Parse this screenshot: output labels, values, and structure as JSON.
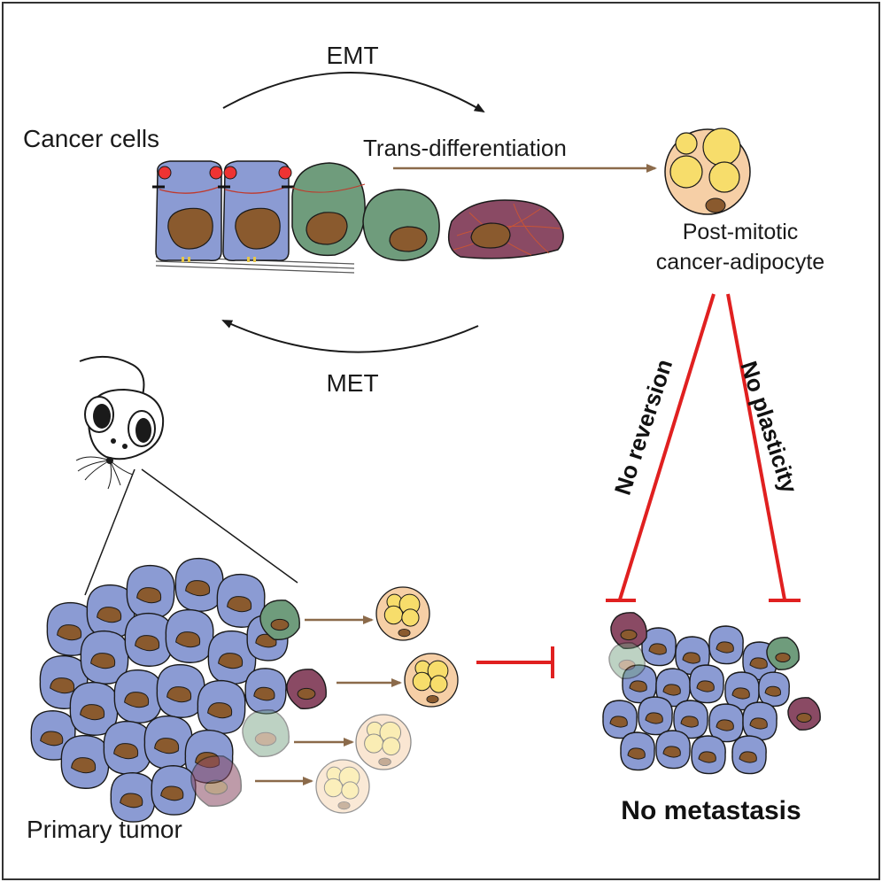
{
  "labels": {
    "emt": "EMT",
    "met": "MET",
    "cancer_cells": "Cancer cells",
    "trans_differentiation": "Trans-differentiation",
    "post_mitotic_line1": "Post-mitotic",
    "post_mitotic_line2": "cancer-adipocyte",
    "no_reversion": "No reversion",
    "no_plasticity": "No plasticity",
    "primary_tumor": "Primary tumor",
    "no_metastasis": "No metastasis"
  },
  "colors": {
    "epithelial_cell": "#8b9bd3",
    "mesenchymal_green": "#6f9c7c",
    "mesenchymal_purple": "#8a4a64",
    "nucleus": "#8a5a2e",
    "adipocyte_body": "#f6cfa6",
    "lipid_droplet": "#f7dd6b",
    "inhibition_red": "#e02020",
    "brown_arrow": "#8b6a4a",
    "outline": "#1a1a1a"
  }
}
